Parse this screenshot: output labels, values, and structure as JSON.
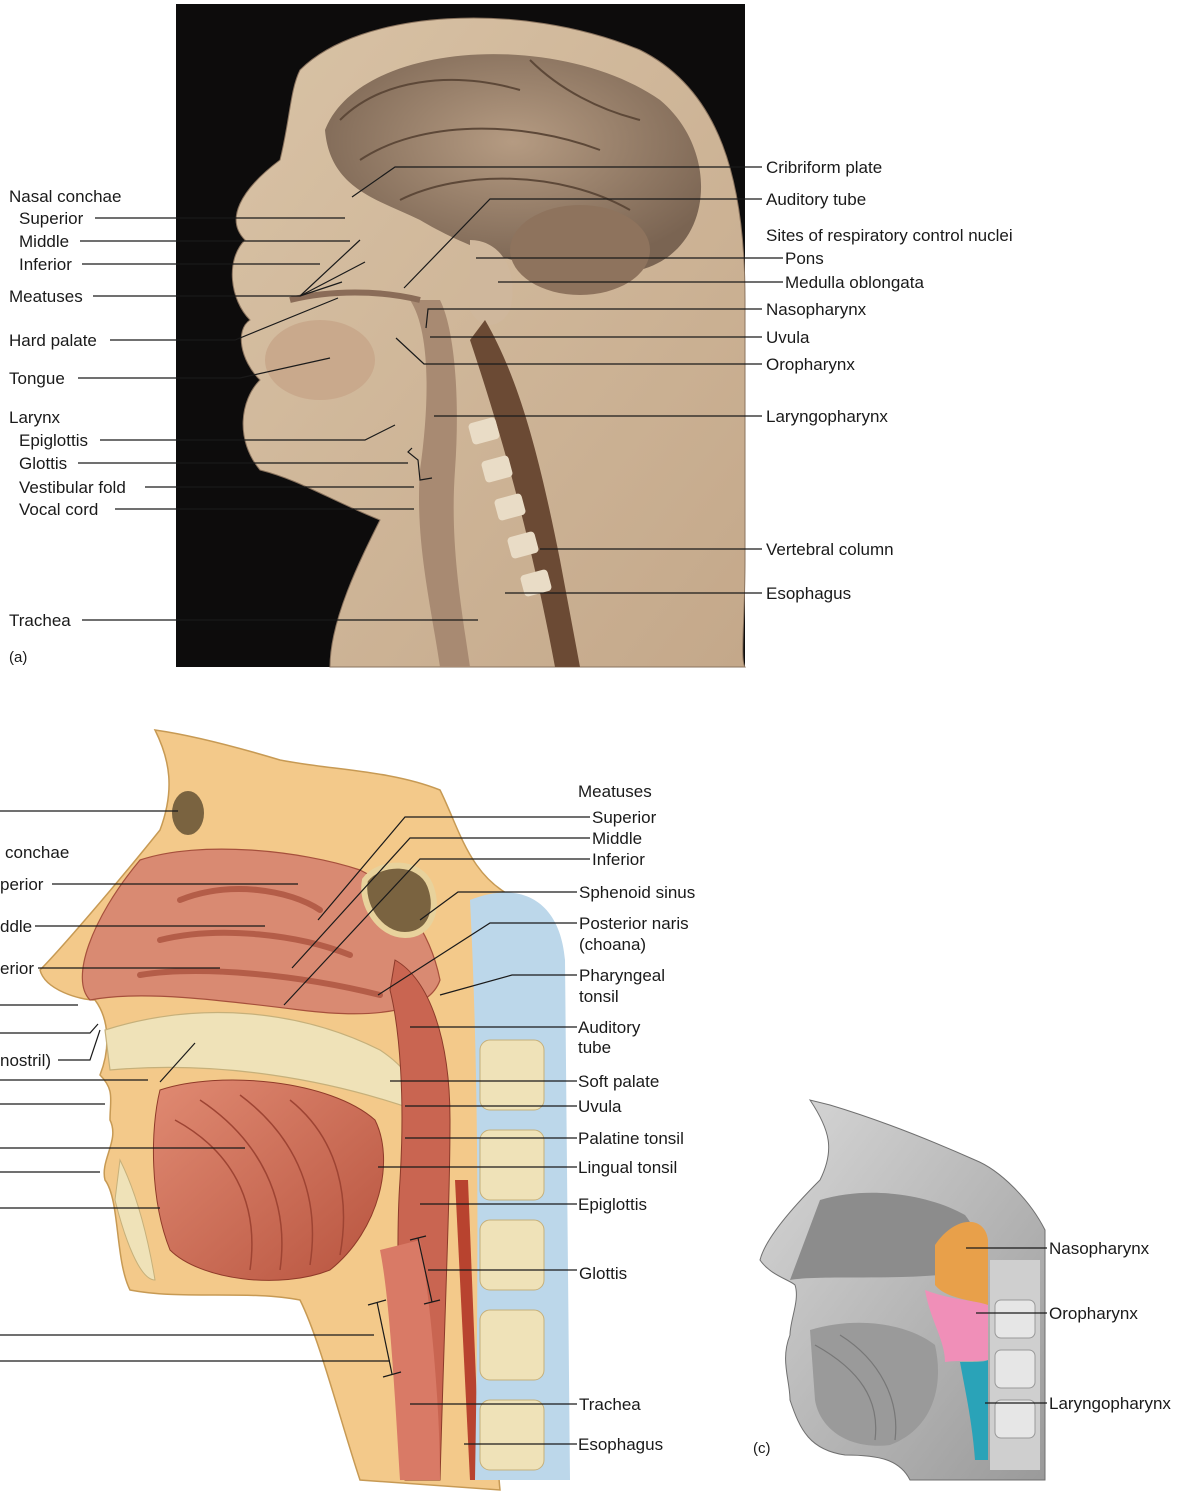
{
  "panel_a": {
    "panel_label": "(a)",
    "left_labels": {
      "nasal_conchae": "Nasal conchae",
      "superior": "Superior",
      "middle": "Middle",
      "inferior": "Inferior",
      "meatuses": "Meatuses",
      "hard_palate": "Hard palate",
      "tongue": "Tongue",
      "larynx": "Larynx",
      "epiglottis": "Epiglottis",
      "glottis": "Glottis",
      "vestibular_fold": "Vestibular fold",
      "vocal_cord": "Vocal cord",
      "trachea": "Trachea"
    },
    "right_labels": {
      "cribriform_plate": "Cribriform plate",
      "auditory_tube": "Auditory tube",
      "respiratory_nuclei": "Sites of respiratory control nuclei",
      "pons": "Pons",
      "medulla": "Medulla oblongata",
      "nasopharynx": "Nasopharynx",
      "uvula": "Uvula",
      "oropharynx": "Oropharynx",
      "laryngopharynx": "Laryngopharynx",
      "vertebral_column": "Vertebral column",
      "esophagus": "Esophagus"
    }
  },
  "panel_b": {
    "left_labels": {
      "conchae": "conchae",
      "superior": "perior",
      "middle": "ddle",
      "inferior": "erior",
      "nostril": "nostril)"
    },
    "right_labels": {
      "meatuses": "Meatuses",
      "superior": "Superior",
      "middle": "Middle",
      "inferior": "Inferior",
      "sphenoid_sinus": "Sphenoid sinus",
      "posterior_naris_1": "Posterior naris",
      "posterior_naris_2": "(choana)",
      "pharyngeal_tonsil_1": "Pharyngeal",
      "pharyngeal_tonsil_2": "tonsil",
      "auditory_tube_1": "Auditory",
      "auditory_tube_2": "tube",
      "soft_palate": "Soft palate",
      "uvula": "Uvula",
      "palatine_tonsil": "Palatine tonsil",
      "lingual_tonsil": "Lingual tonsil",
      "epiglottis": "Epiglottis",
      "glottis": "Glottis",
      "trachea": "Trachea",
      "esophagus": "Esophagus"
    }
  },
  "panel_c": {
    "panel_label": "(c)",
    "labels": {
      "nasopharynx": "Nasopharynx",
      "oropharynx": "Oropharynx",
      "laryngopharynx": "Laryngopharynx"
    },
    "region_colors": {
      "nasopharynx": "#e8a04a",
      "oropharynx": "#f08fb8",
      "laryngopharynx": "#2aa3b8"
    }
  }
}
